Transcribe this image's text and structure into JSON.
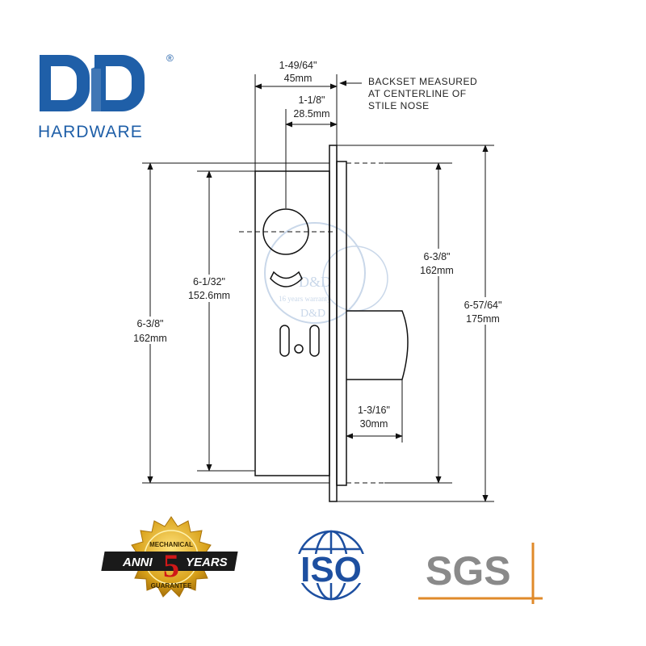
{
  "brand": {
    "name": "HARDWARE",
    "registered": "®",
    "color": "#1f5fa8"
  },
  "watermark": {
    "lines": [
      "D&D",
      "16 years warranty",
      "D&D"
    ]
  },
  "dimensions": {
    "backset": {
      "inch": "1-49/64\"",
      "mm": "45mm"
    },
    "backset_note": [
      "BACKSET MEASURED",
      "AT CENTERLINE OF",
      "STILE NOSE"
    ],
    "stile": {
      "inch": "1-1/8\"",
      "mm": "28.5mm"
    },
    "case_height_left": {
      "inch": "6-3/8\"",
      "mm": "162mm"
    },
    "cylinder_to_bottom": {
      "inch": "6-1/32\"",
      "mm": "152.6mm"
    },
    "case_height_right": {
      "inch": "6-3/8\"",
      "mm": "162mm"
    },
    "faceplate_height": {
      "inch": "6-57/64\"",
      "mm": "175mm"
    },
    "bolt_throw": {
      "inch": "1-3/16\"",
      "mm": "30mm"
    }
  },
  "certifications": {
    "warranty": {
      "top": "MECHANICAL",
      "left": "ANNI",
      "number": "5",
      "right": "YEARS",
      "bottom": "GUARANTEE"
    },
    "iso": {
      "label": "ISO",
      "color": "#1d4fa0"
    },
    "sgs": {
      "label": "SGS",
      "color": "#8a8a8a"
    }
  }
}
